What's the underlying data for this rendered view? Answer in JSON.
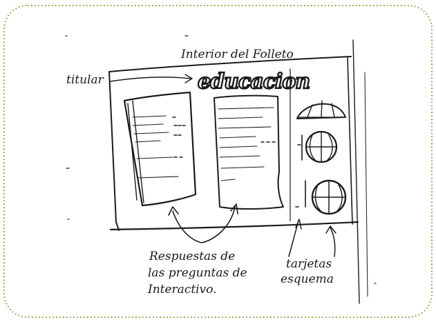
{
  "sketch": {
    "heading": "Interior del Folleto",
    "big_title": "educacion",
    "label_left": "titular",
    "caption_answers": [
      "Respuestas de",
      "las preguntas de",
      "Interactivo."
    ],
    "caption_icons": [
      "tarjetas",
      "esquema"
    ]
  },
  "colors": {
    "frame_border": "#8a8a2a",
    "ink": "#1a1a1a",
    "background": "#ffffff"
  }
}
